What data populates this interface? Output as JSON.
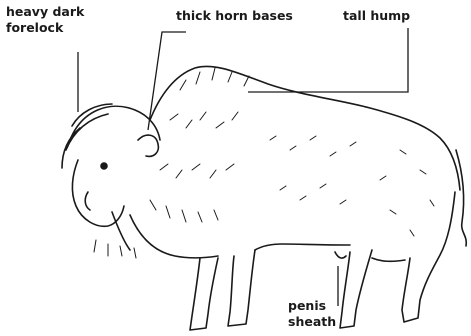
{
  "labels": {
    "forelock_line1": "heavy dark",
    "forelock_line2": "forelock",
    "horn_bases": "thick horn bases",
    "hump": "tall hump",
    "sheath_line1": "penis",
    "sheath_line2": "sheath"
  },
  "colors": {
    "ink": "#1a1a1a",
    "background": "#ffffff"
  },
  "icons": {
    "illustration": "bison-line-drawing"
  }
}
